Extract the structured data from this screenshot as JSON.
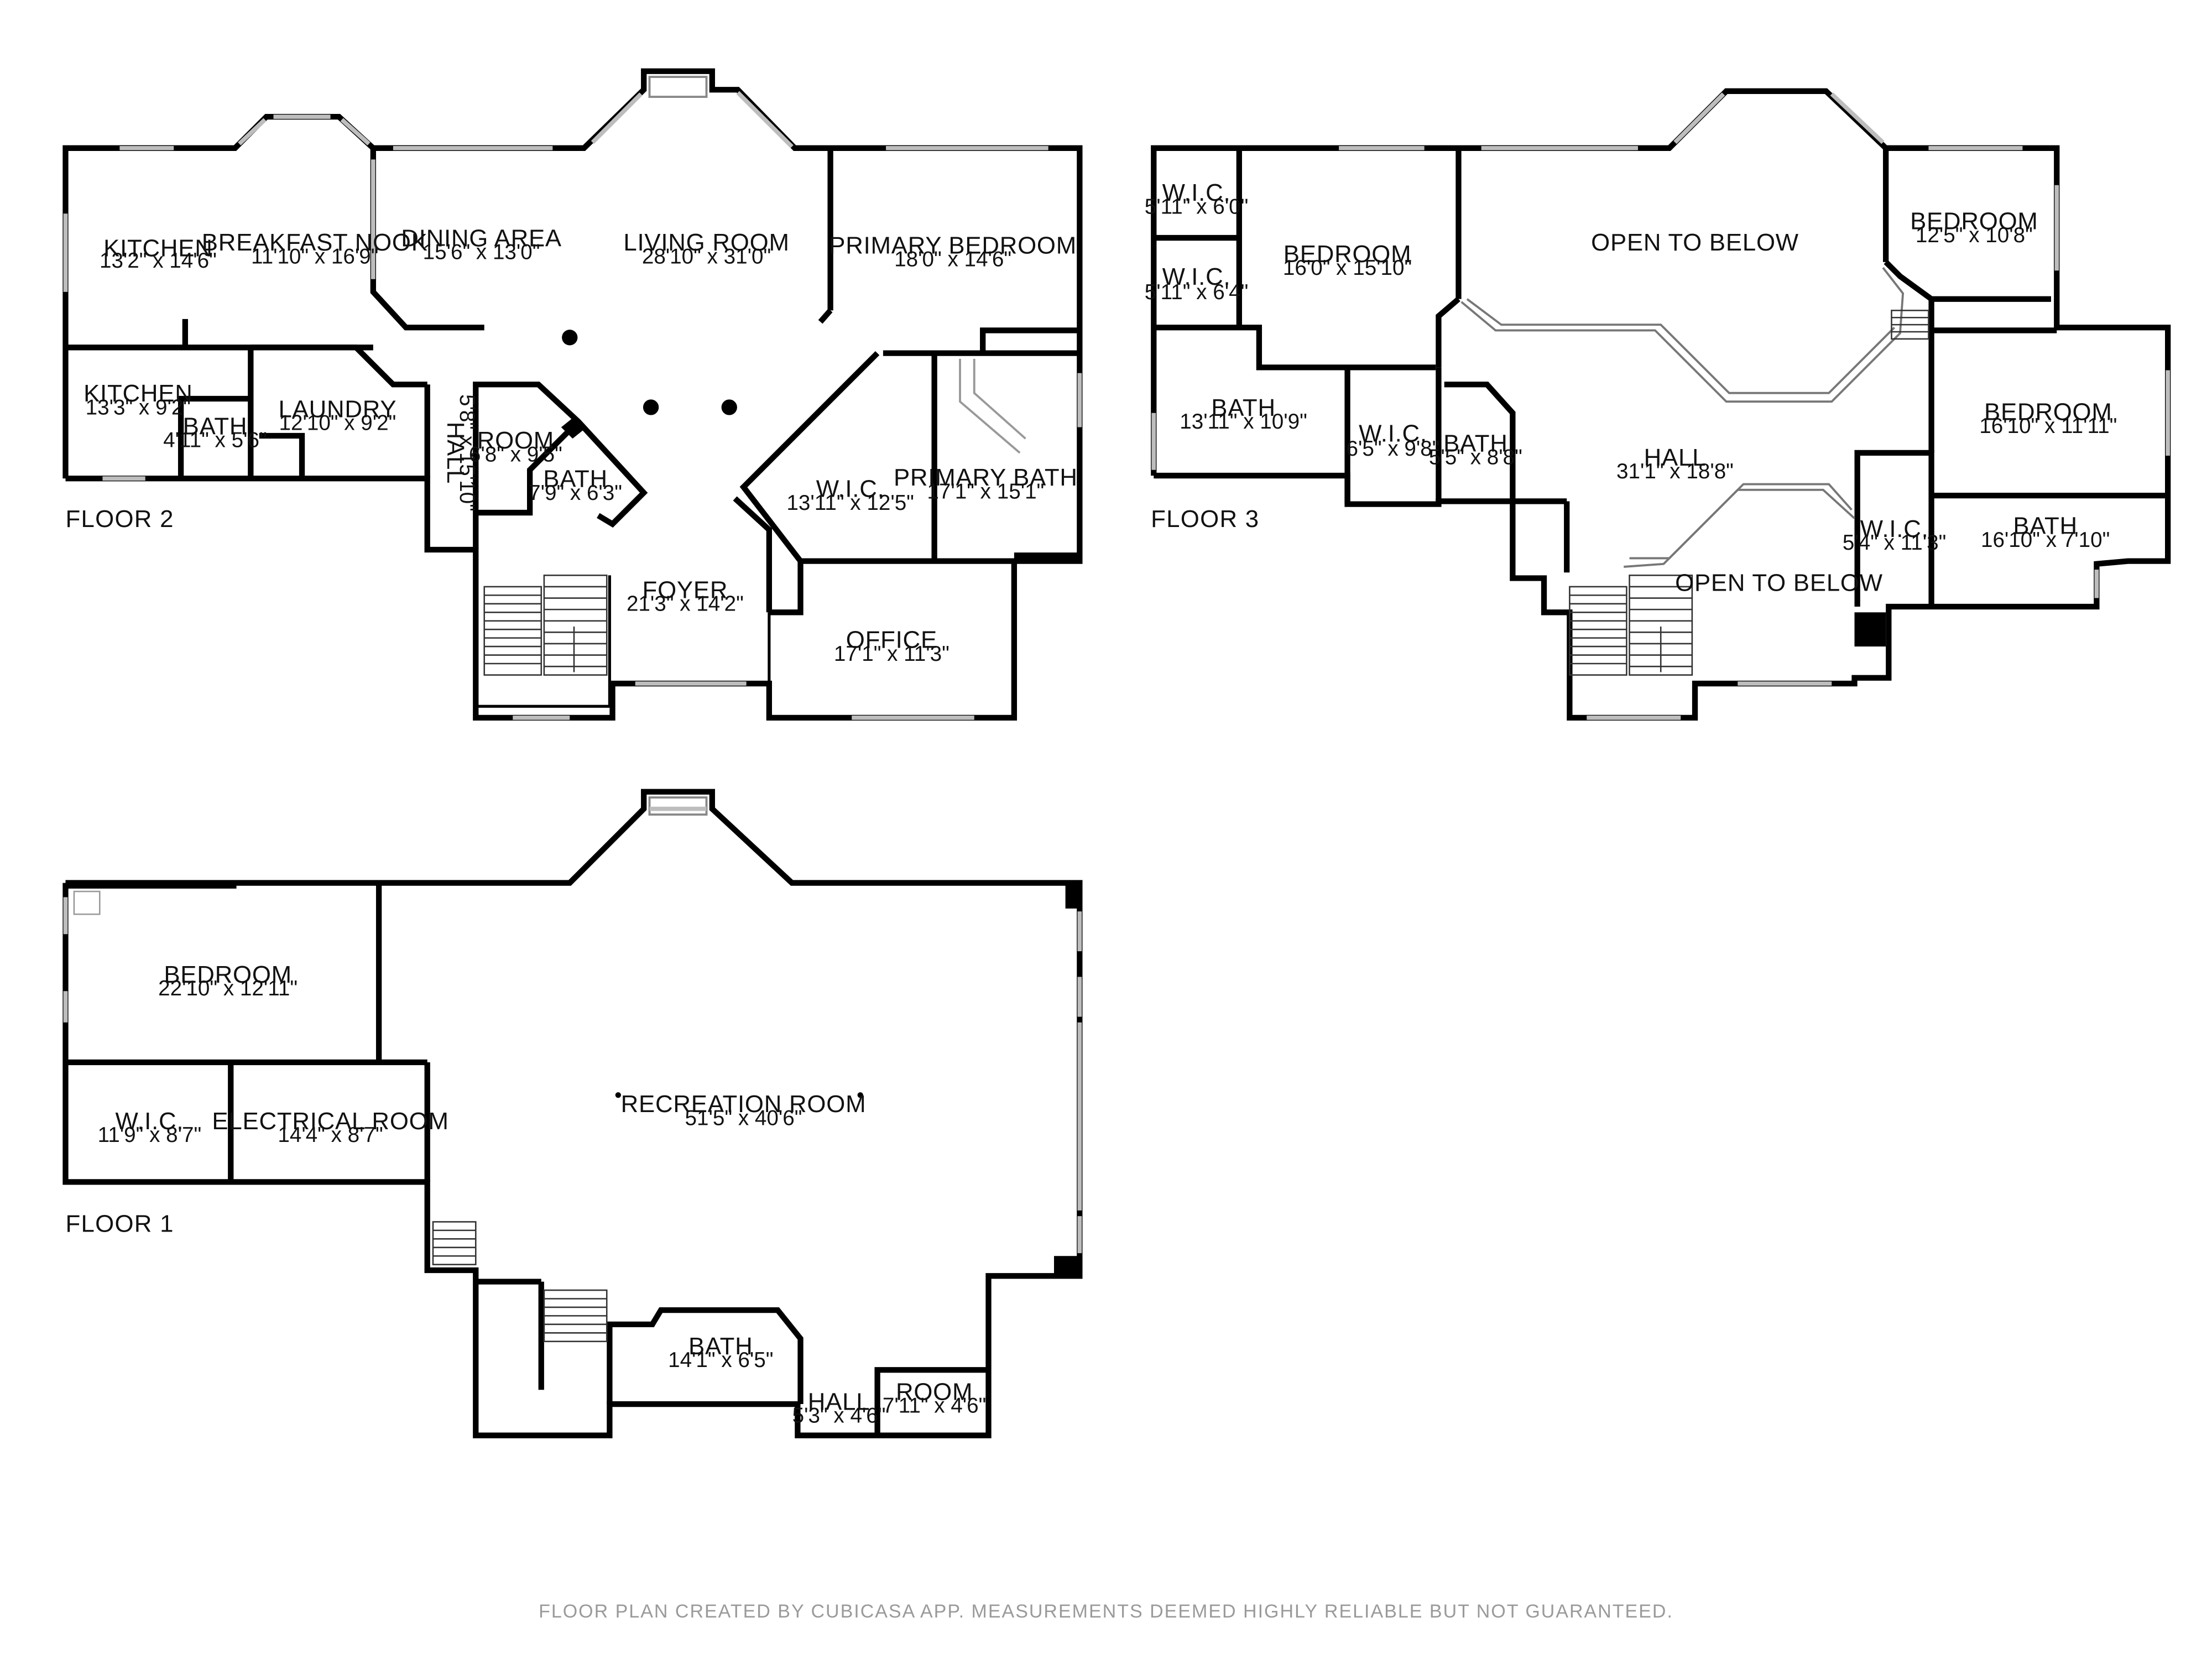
{
  "colors": {
    "wall": "#000000",
    "window": "#bdbdbd",
    "footer": "#9a9a9a",
    "background": "#ffffff"
  },
  "floors": [
    {
      "label": "FLOOR 2",
      "rooms": [
        {
          "name": "KITCHEN",
          "dims": "13'2\" x 14'6\""
        },
        {
          "name": "BREAKFAST NOOK",
          "dims": "11'10\" x 16'9\""
        },
        {
          "name": "DINING AREA",
          "dims": "15'6\" x 13'0\""
        },
        {
          "name": "LIVING ROOM",
          "dims": "28'10\" x 31'0\""
        },
        {
          "name": "PRIMARY BEDROOM",
          "dims": "18'0\" x 14'6\""
        },
        {
          "name": "KITCHEN",
          "dims": "13'3\" x 9'2\""
        },
        {
          "name": "BATH",
          "dims": "4'11\" x 5'6\""
        },
        {
          "name": "LAUNDRY",
          "dims": "12'10\" x 9'2\""
        },
        {
          "name": "HALL",
          "dims": "5'8\" x 15'10\""
        },
        {
          "name": "ROOM",
          "dims": "6'8\" x 9'5\""
        },
        {
          "name": "BATH",
          "dims": "7'9\" x 6'3\""
        },
        {
          "name": "W.I.C.",
          "dims": "13'11\" x 12'5\""
        },
        {
          "name": "PRIMARY BATH",
          "dims": "17'1\" x 15'1\""
        },
        {
          "name": "FOYER",
          "dims": "21'3\" x 14'2\""
        },
        {
          "name": "OFFICE",
          "dims": "17'1\" x 11'3\""
        }
      ]
    },
    {
      "label": "FLOOR 3",
      "rooms": [
        {
          "name": "W.I.C.",
          "dims": "5'11\" x 6'0\""
        },
        {
          "name": "W.I.C.",
          "dims": "5'11\" x 6'4\""
        },
        {
          "name": "BEDROOM",
          "dims": "16'0\" x 15'10\""
        },
        {
          "name": "OPEN TO BELOW",
          "dims": ""
        },
        {
          "name": "BEDROOM",
          "dims": "12'5\" x 10'8\""
        },
        {
          "name": "BATH",
          "dims": "13'11\" x 10'9\""
        },
        {
          "name": "W.I.C.",
          "dims": "6'5\" x 9'8\""
        },
        {
          "name": "BATH",
          "dims": "5'5\" x 8'8\""
        },
        {
          "name": "HALL",
          "dims": "31'1\" x 18'8\""
        },
        {
          "name": "BEDROOM",
          "dims": "16'10\" x 11'11\""
        },
        {
          "name": "OPEN TO BELOW",
          "dims": ""
        },
        {
          "name": "W.I.C.",
          "dims": "5'4\" x 11'3\""
        },
        {
          "name": "BATH",
          "dims": "16'10\" x 7'10\""
        }
      ]
    },
    {
      "label": "FLOOR 1",
      "rooms": [
        {
          "name": "BEDROOM",
          "dims": "22'10\" x 12'11\""
        },
        {
          "name": "W.I.C.",
          "dims": "11'9\" x 8'7\""
        },
        {
          "name": "ELECTRICAL ROOM",
          "dims": "14'4\" x 8'7\""
        },
        {
          "name": "RECREATION ROOM",
          "dims": "51'5\" x 40'6\""
        },
        {
          "name": "BATH",
          "dims": "14'1\" x 6'5\""
        },
        {
          "name": "HALL",
          "dims": "5'3\" x 4'6\""
        },
        {
          "name": "ROOM",
          "dims": "7'11\" x 4'6\""
        }
      ]
    }
  ],
  "footer": "FLOOR PLAN CREATED BY CUBICASA APP. MEASUREMENTS DEEMED HIGHLY RELIABLE BUT NOT GUARANTEED."
}
